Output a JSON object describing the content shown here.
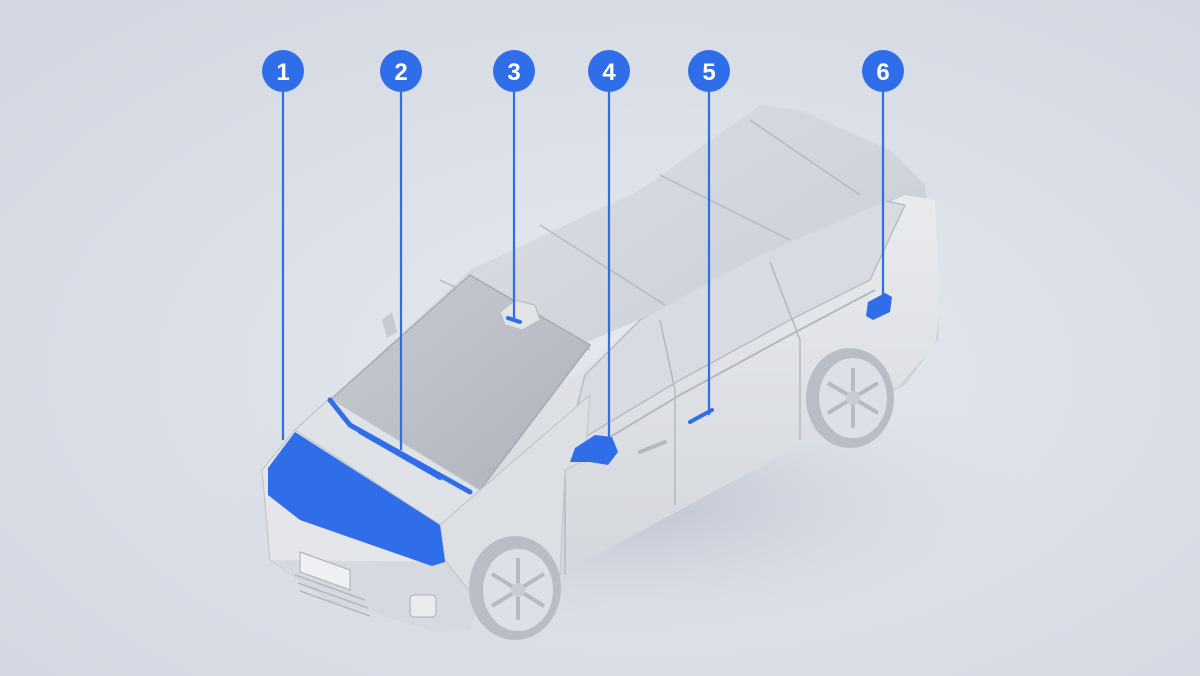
{
  "colors": {
    "background": "#d7dce6",
    "accent": "#2f6ee8",
    "body_light": "#eceef2",
    "body_mid": "#cfd3da",
    "body_dark": "#a9aeb8",
    "tire": "#c9cdd5"
  },
  "markers": [
    {
      "number": "1",
      "part": "front-panel"
    },
    {
      "number": "2",
      "part": "wiper"
    },
    {
      "number": "3",
      "part": "roof-sensor"
    },
    {
      "number": "4",
      "part": "side-mirror"
    },
    {
      "number": "5",
      "part": "door-handle"
    },
    {
      "number": "6",
      "part": "fuel-cap"
    }
  ]
}
